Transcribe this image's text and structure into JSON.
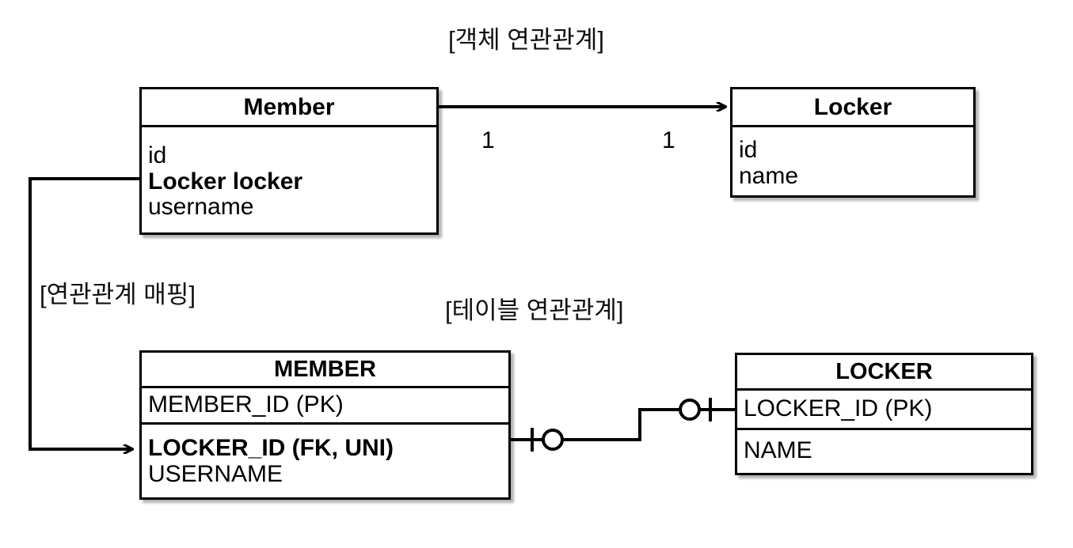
{
  "captions": {
    "object_relation": "[객체 연관관계]",
    "mapping": "[연관관계 매핑]",
    "table_relation": "[테이블 연관관계]"
  },
  "object_model": {
    "member": {
      "title": "Member",
      "fields": [
        {
          "label": "id",
          "bold": false
        },
        {
          "label": "Locker locker",
          "bold": true
        },
        {
          "label": "username",
          "bold": false
        }
      ]
    },
    "locker": {
      "title": "Locker",
      "fields": [
        {
          "label": "id",
          "bold": false
        },
        {
          "label": "name",
          "bold": false
        }
      ]
    },
    "association": {
      "source_multiplicity": "1",
      "target_multiplicity": "1",
      "direction": "Member -> Locker"
    }
  },
  "table_model": {
    "member_table": {
      "title": "MEMBER",
      "primary_key": {
        "label": "MEMBER_ID (PK)",
        "bold": false
      },
      "columns": [
        {
          "label": "LOCKER_ID (FK, UNI)",
          "bold": true
        },
        {
          "label": "USERNAME",
          "bold": false
        }
      ]
    },
    "locker_table": {
      "title": "LOCKER",
      "primary_key": {
        "label": "LOCKER_ID (PK)",
        "bold": false
      },
      "columns": [
        {
          "label": "NAME",
          "bold": false
        }
      ]
    },
    "relationship": {
      "notation": "crows-foot zero-or-one to zero-or-one",
      "left_end": "one-optional",
      "right_end": "one-optional"
    }
  },
  "colors": {
    "stroke": "#000000",
    "fill": "#ffffff",
    "text": "#000000"
  }
}
